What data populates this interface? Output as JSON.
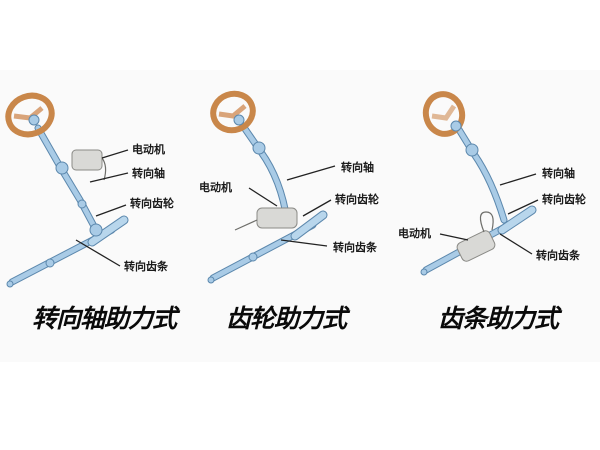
{
  "diagram": {
    "subject": "Electric power steering assist types",
    "colors": {
      "steering_wheel": "#c9874a",
      "steering_wheel_inner": "#e8c9a8",
      "shaft": "#a9cbe6",
      "shaft_outline": "#5c88ad",
      "motor": "#d9d9d6",
      "motor_outline": "#8a8a86",
      "leader_line": "#222222",
      "background": "#fafafa"
    },
    "panels": [
      {
        "id": "column-assist",
        "title": "转向轴助力式",
        "labels": {
          "motor": "电动机",
          "steering_shaft": "转向轴",
          "steering_gear": "转向齿轮",
          "steering_rack": "转向齿条"
        }
      },
      {
        "id": "pinion-assist",
        "title": "齿轮助力式",
        "labels": {
          "motor": "电动机",
          "steering_shaft": "转向轴",
          "steering_gear": "转向齿轮",
          "steering_rack": "转向齿条"
        }
      },
      {
        "id": "rack-assist",
        "title": "齿条助力式",
        "labels": {
          "motor": "电动机",
          "steering_shaft": "转向轴",
          "steering_gear": "转向齿轮",
          "steering_rack": "转向齿条"
        }
      }
    ]
  }
}
